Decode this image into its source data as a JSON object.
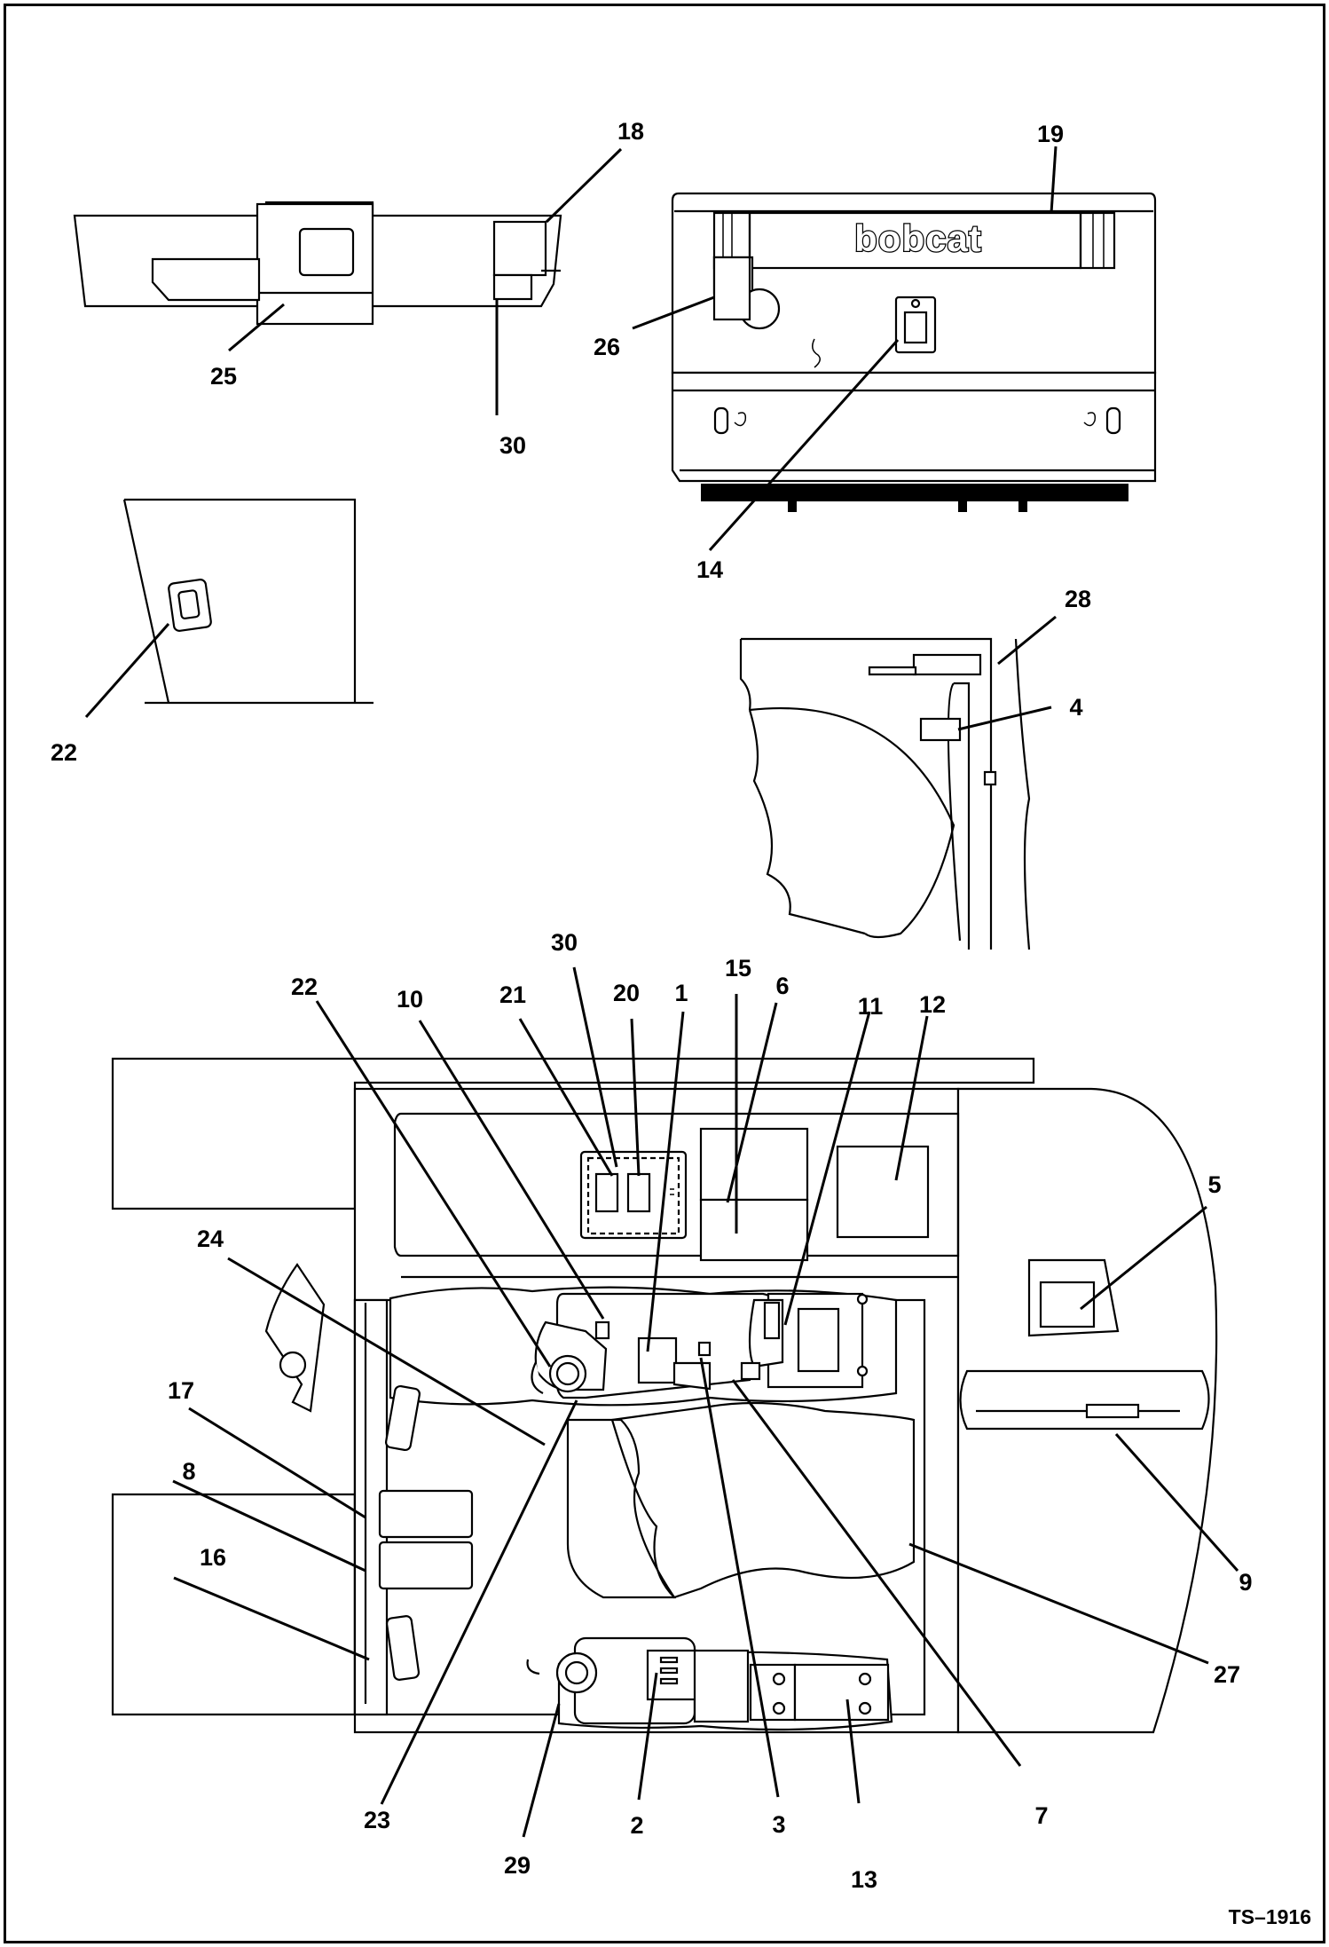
{
  "brand_text": "bobcat",
  "reference": "TS–1916",
  "callouts": [
    {
      "id": "c18a",
      "label": "18"
    },
    {
      "id": "c25",
      "label": "25"
    },
    {
      "id": "c30a",
      "label": "30"
    },
    {
      "id": "c19",
      "label": "19"
    },
    {
      "id": "c26",
      "label": "26"
    },
    {
      "id": "c14",
      "label": "14"
    },
    {
      "id": "c22a",
      "label": "22"
    },
    {
      "id": "c28",
      "label": "28"
    },
    {
      "id": "c4",
      "label": "4"
    },
    {
      "id": "c30b",
      "label": "30"
    },
    {
      "id": "c15",
      "label": "15"
    },
    {
      "id": "c22b",
      "label": "22"
    },
    {
      "id": "c10",
      "label": "10"
    },
    {
      "id": "c21",
      "label": "21"
    },
    {
      "id": "c20",
      "label": "20"
    },
    {
      "id": "c1",
      "label": "1"
    },
    {
      "id": "c6",
      "label": "6"
    },
    {
      "id": "c11",
      "label": "11"
    },
    {
      "id": "c12",
      "label": "12"
    },
    {
      "id": "c5",
      "label": "5"
    },
    {
      "id": "c24",
      "label": "24"
    },
    {
      "id": "c17",
      "label": "17"
    },
    {
      "id": "c8",
      "label": "8"
    },
    {
      "id": "c16",
      "label": "16"
    },
    {
      "id": "c9",
      "label": "9"
    },
    {
      "id": "c27",
      "label": "27"
    },
    {
      "id": "c23",
      "label": "23"
    },
    {
      "id": "c2",
      "label": "2"
    },
    {
      "id": "c3",
      "label": "3"
    },
    {
      "id": "c7",
      "label": "7"
    },
    {
      "id": "c29",
      "label": "29"
    },
    {
      "id": "c13",
      "label": "13"
    }
  ]
}
